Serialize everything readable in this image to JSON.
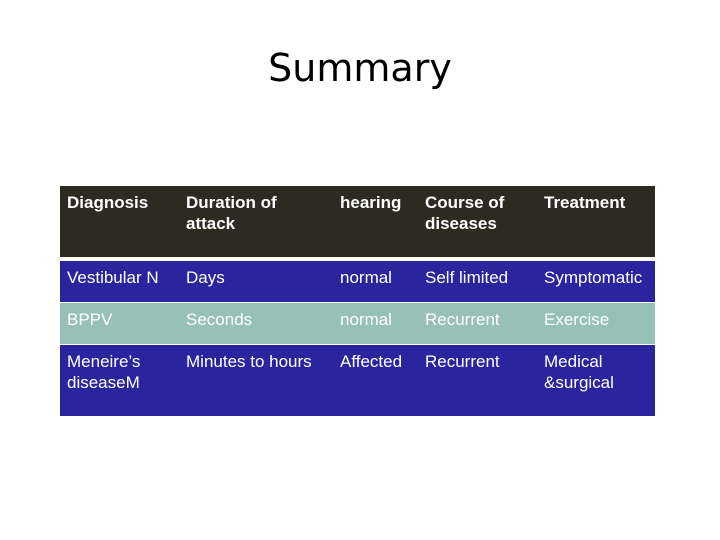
{
  "title": "Summary",
  "table": {
    "headers": [
      [
        "Diagnosis"
      ],
      [
        "Duration of",
        "attack"
      ],
      [
        "hearing"
      ],
      [
        "Course of",
        "diseases"
      ],
      [
        "Treatment"
      ]
    ],
    "rows": [
      {
        "style": "blue",
        "cells": [
          [
            "Vestibular N"
          ],
          [
            "Days"
          ],
          [
            "normal"
          ],
          [
            "Self limited"
          ],
          [
            "Symptomatic"
          ]
        ]
      },
      {
        "style": "teal",
        "cells": [
          [
            "BPPV"
          ],
          [
            "Seconds"
          ],
          [
            "normal"
          ],
          [
            "Recurrent"
          ],
          [
            "Exercise"
          ]
        ]
      },
      {
        "style": "blue",
        "cells": [
          [
            "Meneire’s",
            "diseaseM"
          ],
          [
            "Minutes to hours"
          ],
          [
            "Affected"
          ],
          [
            "Recurrent"
          ],
          [
            "Medical",
            "&surgical"
          ]
        ]
      }
    ]
  },
  "colors": {
    "header_bg": "#2d2a22",
    "blue_row": "#2a249e",
    "teal_row": "#97c0b8",
    "text_on_table": "#ffffff"
  }
}
